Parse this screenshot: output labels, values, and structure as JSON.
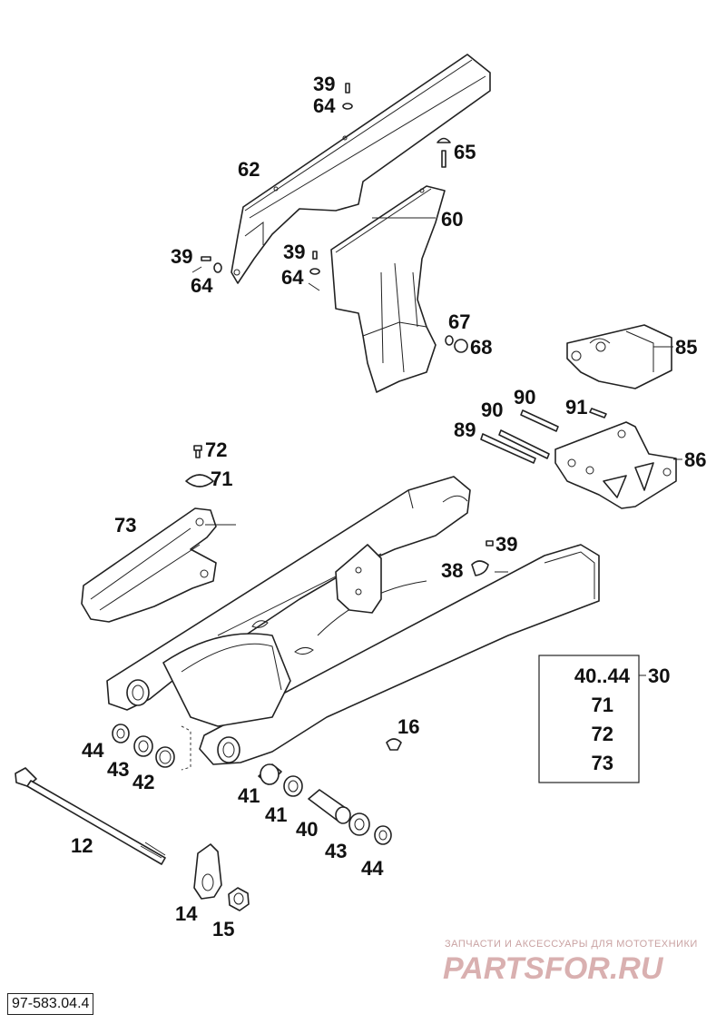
{
  "labels": {
    "l39a": "39",
    "l64a": "64",
    "l65": "65",
    "l62": "62",
    "l60": "60",
    "l39b": "39",
    "l64b": "64",
    "l39c": "39",
    "l64c": "64",
    "l67": "67",
    "l68": "68",
    "l85": "85",
    "l90a": "90",
    "l90b": "90",
    "l91": "91",
    "l89": "89",
    "l86": "86",
    "l72": "72",
    "l71": "71",
    "l73": "73",
    "l39d": "39",
    "l38": "38",
    "l16": "16",
    "l44a": "44",
    "l43a": "43",
    "l42": "42",
    "l12": "12",
    "l41a": "41",
    "l41b": "41",
    "l40": "40",
    "l43b": "43",
    "l44b": "44",
    "l14": "14",
    "l15": "15"
  },
  "kit_box": {
    "items": [
      "40..44",
      "71",
      "72",
      "73"
    ],
    "kit_number": "30"
  },
  "watermark": {
    "subtitle": "ЗАПЧАСТИ И АКСЕССУАРЫ ДЛЯ МОТОТЕХНИКИ",
    "brand": "PARTSFOR.RU"
  },
  "drawing_code": "97-583.04.4"
}
